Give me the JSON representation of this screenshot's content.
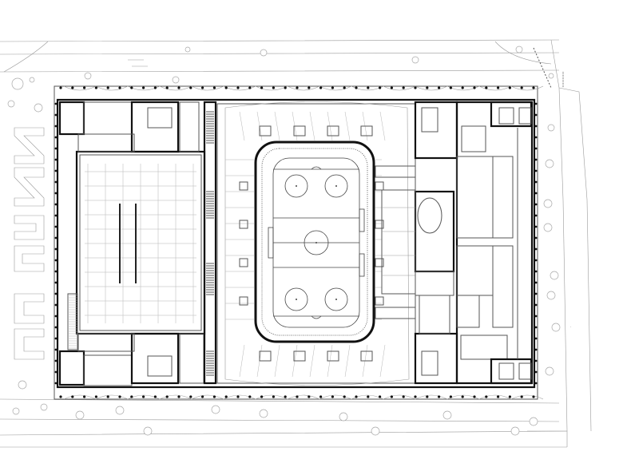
{
  "drawing": {
    "type": "architectural floor plan",
    "colors": {
      "background": "#ffffff",
      "wall": "#111111",
      "line": "#555555",
      "fine_line": "#9a9a9a"
    }
  },
  "zones": [
    "site",
    "road",
    "west-training-hall",
    "ice-rink",
    "spectator-seating",
    "east-service-wing",
    "perimeter-columns",
    "trees",
    "site-lettering"
  ]
}
